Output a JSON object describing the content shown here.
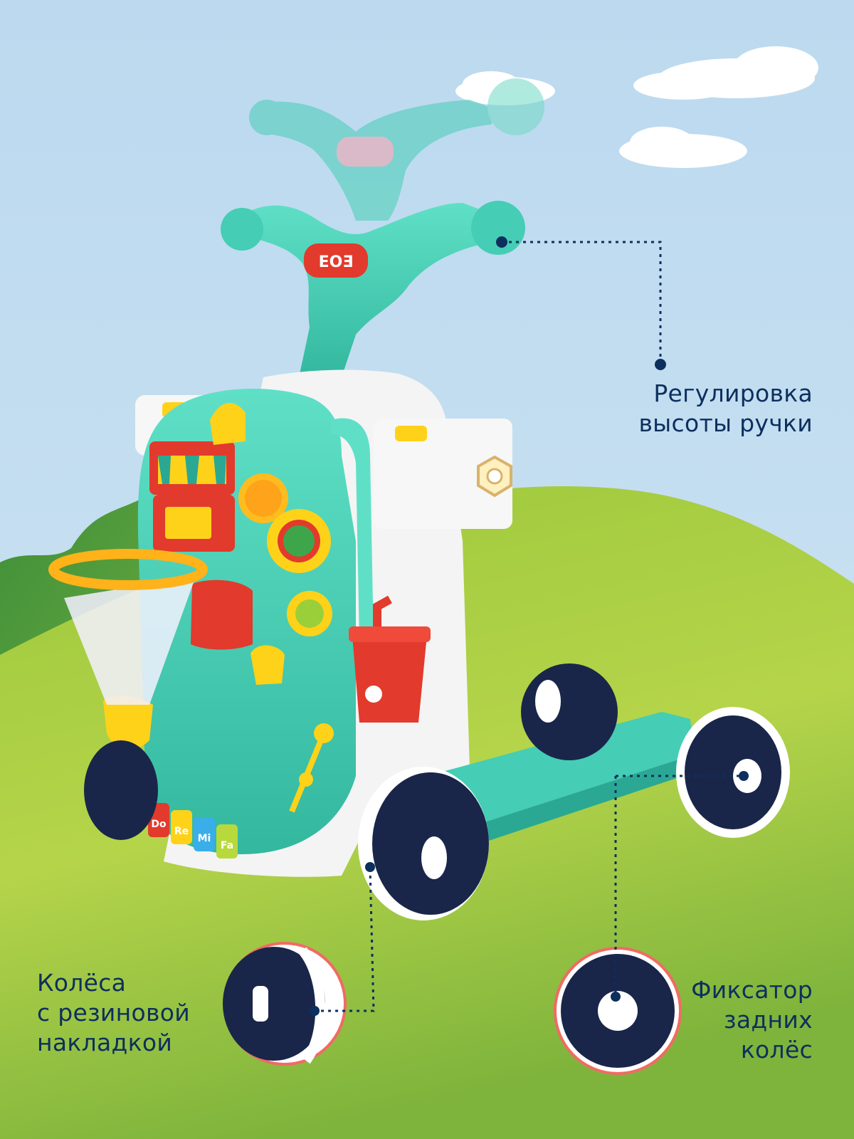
{
  "colors": {
    "sky": "#bcd9ef",
    "grass_light": "#b4d33f",
    "grass_dark": "#4f9a3e",
    "teal": "#45cdb5",
    "teal_dark": "#2aa894",
    "navy": "#0d2f5e",
    "wheel": "#19264a",
    "red": "#e23a2c",
    "yellow": "#ffd21a"
  },
  "callouts": {
    "handle_height": [
      "Регулировка",
      "высоты ручки"
    ],
    "rubber_wheels": [
      "Колёса",
      "с резиновой",
      "накладкой"
    ],
    "rear_lock": [
      "Фиксатор",
      "задних",
      "колёс"
    ]
  },
  "piano_keys": [
    "Do",
    "Re",
    "Mi",
    "Fa"
  ],
  "icons": [
    "candy-logo-icon",
    "basketball-hoop-icon",
    "cup-icon",
    "gear-toy-icon"
  ]
}
